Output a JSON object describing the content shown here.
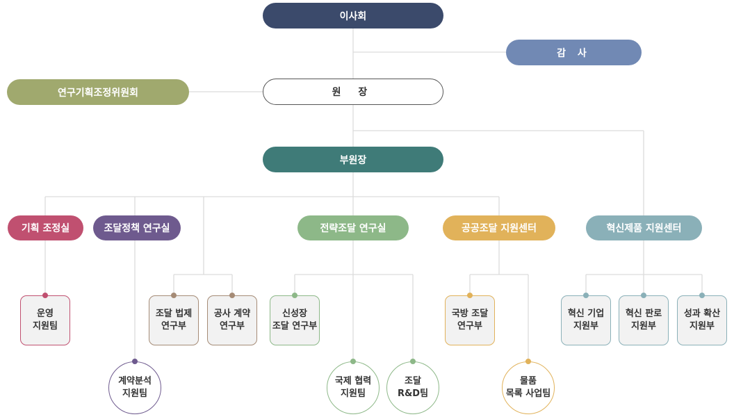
{
  "board": {
    "label": "이사회",
    "color": "#3b4a6b"
  },
  "audit": {
    "label": "감 사",
    "color": "#7189b4"
  },
  "committee": {
    "label": "연구기획조정위원회",
    "color": "#a0a96e"
  },
  "president": {
    "label": "원 장",
    "color": "#ffffff",
    "text_color": "#333333"
  },
  "vice_president": {
    "label": "부원장",
    "color": "#3f7b78"
  },
  "line_color": "#dcdcdc",
  "departments": {
    "planning": {
      "label": "기획 조정실",
      "color": "#c05070"
    },
    "policy": {
      "label": "조달정책 연구실",
      "color": "#6e5a8e"
    },
    "strategy": {
      "label": "전략조달 연구실",
      "color": "#8db888"
    },
    "public": {
      "label": "공공조달 지원센터",
      "color": "#e1b25a"
    },
    "innovation": {
      "label": "혁신제품 지원센터",
      "color": "#8ab0b8"
    }
  },
  "teams": {
    "operation": {
      "label": "운영\n지원팀"
    },
    "contract_analysis": {
      "label": "계약분석\n지원팀"
    },
    "procurement_law": {
      "label": "조달 법제\n연구부"
    },
    "construction_contract": {
      "label": "공사 계약\n연구부"
    },
    "new_growth": {
      "label": "신성장\n조달 연구부"
    },
    "intl_coop": {
      "label": "국제 협력\n지원팀"
    },
    "rnd": {
      "label": "조달\nR&D팀"
    },
    "defense": {
      "label": "국방 조달\n연구부"
    },
    "catalog": {
      "label": "물품\n목록 사업팀"
    },
    "innov_company": {
      "label": "혁신 기업\n지원부"
    },
    "innov_sales": {
      "label": "혁신 판로\n지원부"
    },
    "outcome_spread": {
      "label": "성과 확산\n지원부"
    }
  }
}
